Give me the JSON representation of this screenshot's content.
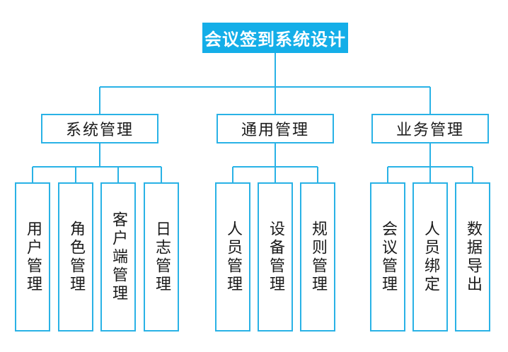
{
  "diagram": {
    "root": {
      "label": "会议签到系统设计"
    },
    "branches": [
      {
        "label": "系统管理",
        "children": [
          {
            "label": "用户管理"
          },
          {
            "label": "角色管理"
          },
          {
            "label": "客户端管理"
          },
          {
            "label": "日志管理"
          }
        ]
      },
      {
        "label": "通用管理",
        "children": [
          {
            "label": "人员管理"
          },
          {
            "label": "设备管理"
          },
          {
            "label": "规则管理"
          }
        ]
      },
      {
        "label": "业务管理",
        "children": [
          {
            "label": "会议管理"
          },
          {
            "label": "人员绑定"
          },
          {
            "label": "数据导出"
          }
        ]
      }
    ]
  },
  "colors": {
    "accent_fill": "#14aee8",
    "line": "#29b2e6",
    "text": "#1a1a1a",
    "root_text": "#ffffff",
    "bg": "#ffffff"
  }
}
